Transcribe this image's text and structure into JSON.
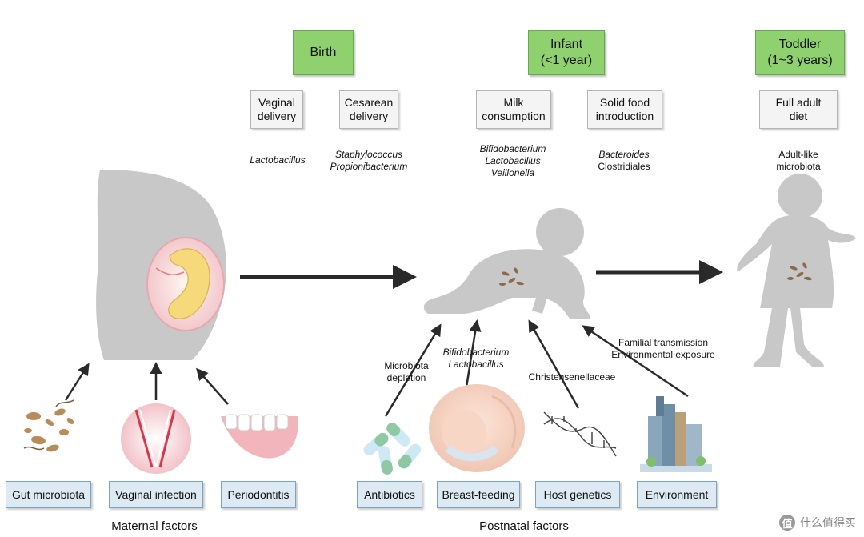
{
  "stages": {
    "birth": "Birth",
    "infant_line1": "Infant",
    "infant_line2": "(<1 year)",
    "toddler_line1": "Toddler",
    "toddler_line2": "(1~3 years)"
  },
  "sub_stages": {
    "vaginal_line1": "Vaginal",
    "vaginal_line2": "delivery",
    "cesarean_line1": "Cesarean",
    "cesarean_line2": "delivery",
    "milk_line1": "Milk",
    "milk_line2": "consumption",
    "solid_line1": "Solid food",
    "solid_line2": "introduction",
    "adult_diet_line1": "Full adult",
    "adult_diet_line2": "diet"
  },
  "microbes": {
    "vaginal": "Lactobacillus",
    "cesarean_1": "Staphylococcus",
    "cesarean_2": "Propionibacterium",
    "milk_1": "Bifidobacterium",
    "milk_2": "Lactobacillus",
    "milk_3": "Veillonella",
    "solid_1": "Bacteroides",
    "solid_2": "Clostridiales",
    "adult_1": "Adult-like",
    "adult_2": "microbiota"
  },
  "factor_labels": {
    "antibiotics_1": "Microbiota",
    "antibiotics_2": "depletion",
    "breast_1": "Bifidobacterium",
    "breast_2": "Lactobacillus",
    "genetics": "Christensenellaceae",
    "environment_1": "Familial transmission",
    "environment_2": "Environmental exposure"
  },
  "maternal_factors": [
    "Gut microbiota",
    "Vaginal infection",
    "Periodontitis"
  ],
  "postnatal_factors": [
    "Antibiotics",
    "Breast-feeding",
    "Host genetics",
    "Environment"
  ],
  "group_titles": {
    "maternal": "Maternal factors",
    "postnatal": "Postnatal factors"
  },
  "watermark": {
    "icon_text": "值",
    "text": "什么值得买"
  },
  "colors": {
    "stage_green": "#8fd06f",
    "factor_blue": "#dde9f3",
    "silhouette_gray": "#c8c8c8",
    "arrow": "#2a2a2a"
  }
}
